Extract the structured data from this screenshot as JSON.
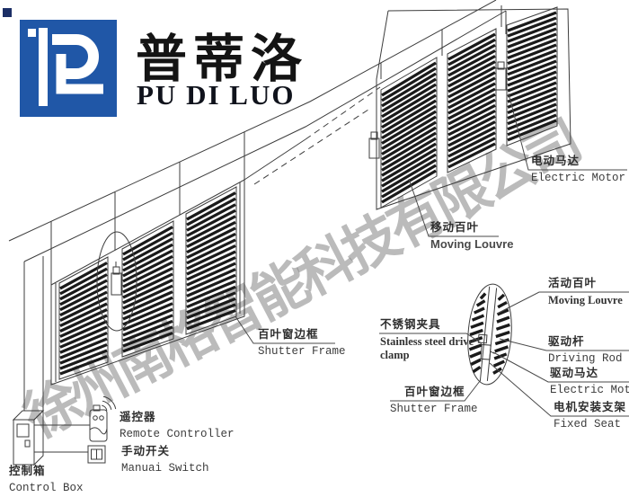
{
  "logo": {
    "brand_cn": "普蒂洛",
    "brand_en": "PU DI LUO"
  },
  "watermark": {
    "text": "徐州南格智能科技有限公司",
    "color": "#848484"
  },
  "labels": {
    "electric_motor_top": {
      "cn": "电动马达",
      "en": "Electric Motor"
    },
    "moving_louvre_main": {
      "cn": "移动百叶",
      "en": "Moving Louvre"
    },
    "shutter_frame_main": {
      "cn": "百叶窗边框",
      "en": "Shutter Frame"
    },
    "stainless_clamp": {
      "cn": "不锈钢夹具",
      "en1": "Stainless steel drive",
      "en2": "clamp"
    },
    "shutter_frame_detail": {
      "cn": "百叶窗边框",
      "en": "Shutter Frame"
    },
    "moving_louvre_detail": {
      "cn": "活动百叶",
      "en": "Moving Louvre"
    },
    "driving_rod": {
      "cn": "驱动杆",
      "en": "Driving Rod"
    },
    "electric_motor_detail": {
      "cn": "驱动马达",
      "en": "Electric Motor"
    },
    "fixed_seat": {
      "cn": "电机安装支架",
      "en": "Fixed Seat"
    },
    "remote_controller": {
      "cn": "遥控器",
      "en": "Remote Controller"
    },
    "manual_switch": {
      "cn": "手动开关",
      "en": "Manuai Switch"
    },
    "control_box": {
      "cn": "控制箱",
      "en": "Control Box"
    }
  },
  "colors": {
    "logo_blue": "#2057a7",
    "logo_navy": "#1c2f66",
    "line": "#3d3d3d",
    "slat": "#1a1a1a",
    "watermark_gray": "#848484"
  }
}
